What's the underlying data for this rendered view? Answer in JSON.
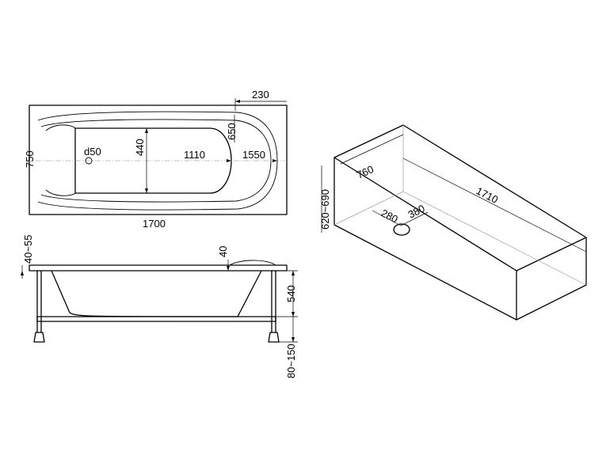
{
  "top_view": {
    "width_label": "1700",
    "height_label": "750",
    "headrest_label": "230",
    "drain_label": "d50",
    "inner_width_label": "440",
    "inner_length_label": "1110",
    "inner_outer_length_label": "1550",
    "inner_outer_width_label": "650"
  },
  "side_view": {
    "rim_label": "40~55",
    "headrest_depth_label": "40",
    "depth_label": "540",
    "leg_label": "80~150"
  },
  "iso_view": {
    "height_label": "620~690",
    "width_label": "760",
    "length_label": "1710",
    "drain_x_label": "280",
    "drain_y_label": "380"
  }
}
